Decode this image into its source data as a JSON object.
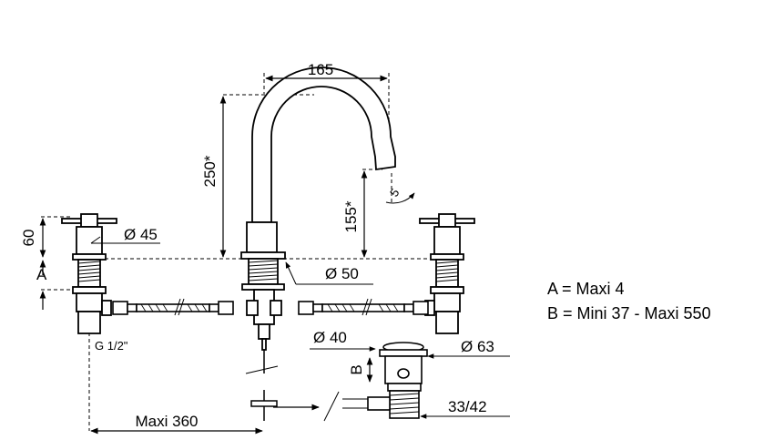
{
  "dimensions": {
    "spout_reach": "165",
    "spout_height": "250*",
    "outlet_height": "155*",
    "outlet_angle": "5",
    "handle_height": "60",
    "handle_diameter": "Ø 45",
    "spout_base_diameter": "Ø 50",
    "deck_clearance_label": "A",
    "connection_thread": "G 1/2\"",
    "drain_diameter": "Ø 40",
    "plug_diameter": "Ø 63",
    "drain_height_label": "B",
    "waste_outlet": "33/42",
    "max_spacing": "Maxi 360"
  },
  "legend": {
    "a": "A = Maxi 4",
    "b": "B = Mini 37 - Maxi 550"
  }
}
